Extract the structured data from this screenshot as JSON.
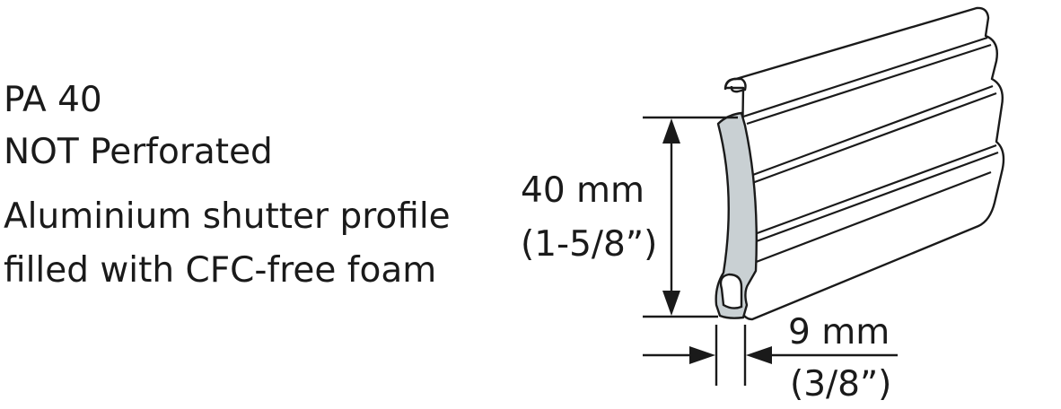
{
  "description": {
    "model": "PA 40",
    "perforation": "NOT Perforated",
    "line1": "Aluminium shutter profile",
    "line2": "filled with CFC-free foam"
  },
  "dimensions": {
    "height_mm": "40 mm",
    "height_in": "(1-5/8”)",
    "width_mm": "9 mm",
    "width_in": "(3/8”)"
  },
  "colors": {
    "foam_fill": "#c9d0d3",
    "line": "#1a1a1a",
    "background": "#ffffff"
  }
}
